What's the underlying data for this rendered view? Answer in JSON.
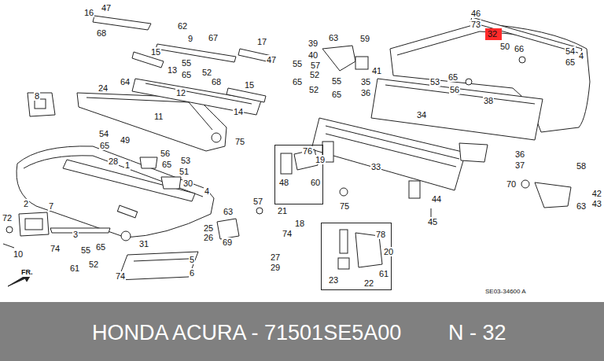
{
  "diagram": {
    "nodes": [
      {
        "text": [
          "32"
        ]
      },
      {
        "text": [
          "76",
          "19",
          "48",
          "60"
        ]
      },
      {
        "text": [
          "78",
          "20",
          "23",
          "22",
          "61"
        ]
      },
      {
        "text": [
          "HONDA ACURA - 71501SE5A00",
          "N - 32"
        ]
      }
    ],
    "edges": [],
    "labels": [
      "16",
      "47",
      "62",
      "68",
      "9",
      "67",
      "15",
      "55",
      "13",
      "65",
      "52",
      "64",
      "24",
      "68",
      "12",
      "17",
      "47",
      "55",
      "65",
      "52",
      "15",
      "14",
      "75",
      "11",
      "8",
      "54",
      "65",
      "49",
      "56",
      "53",
      "65",
      "51",
      "30",
      "28",
      "1",
      "4",
      "2",
      "7",
      "72",
      "10",
      "74",
      "61",
      "3",
      "55",
      "65",
      "52",
      "31",
      "74",
      "5",
      "6",
      "63",
      "25",
      "26",
      "69",
      "57",
      "74",
      "27",
      "29",
      "18",
      "21",
      "39",
      "63",
      "59",
      "40",
      "57",
      "55",
      "65",
      "52",
      "35",
      "36",
      "41",
      "34",
      "33",
      "38",
      "36",
      "37",
      "53",
      "65",
      "56",
      "46",
      "73",
      "50",
      "66",
      "54",
      "65",
      "4",
      "58",
      "70",
      "42",
      "43",
      "63",
      "44",
      "45",
      "75",
      "48",
      "FR.",
      "SE03-34600 A"
    ]
  }
}
